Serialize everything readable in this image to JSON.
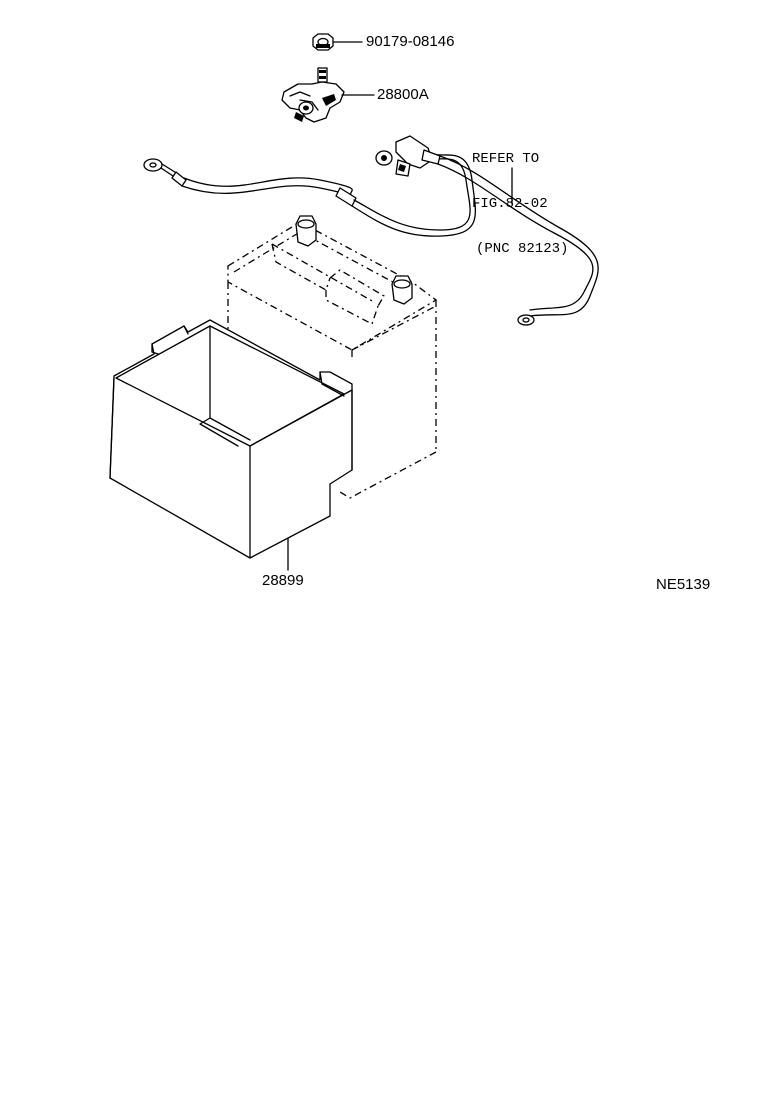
{
  "parts": {
    "nut": "90179-08146",
    "terminal": "28800A",
    "tray": "28899"
  },
  "reference_note": {
    "line1": "REFER TO",
    "line2": "FIG.82-02",
    "line3": "(PNC 82123)"
  },
  "figure_id": "NE5139"
}
